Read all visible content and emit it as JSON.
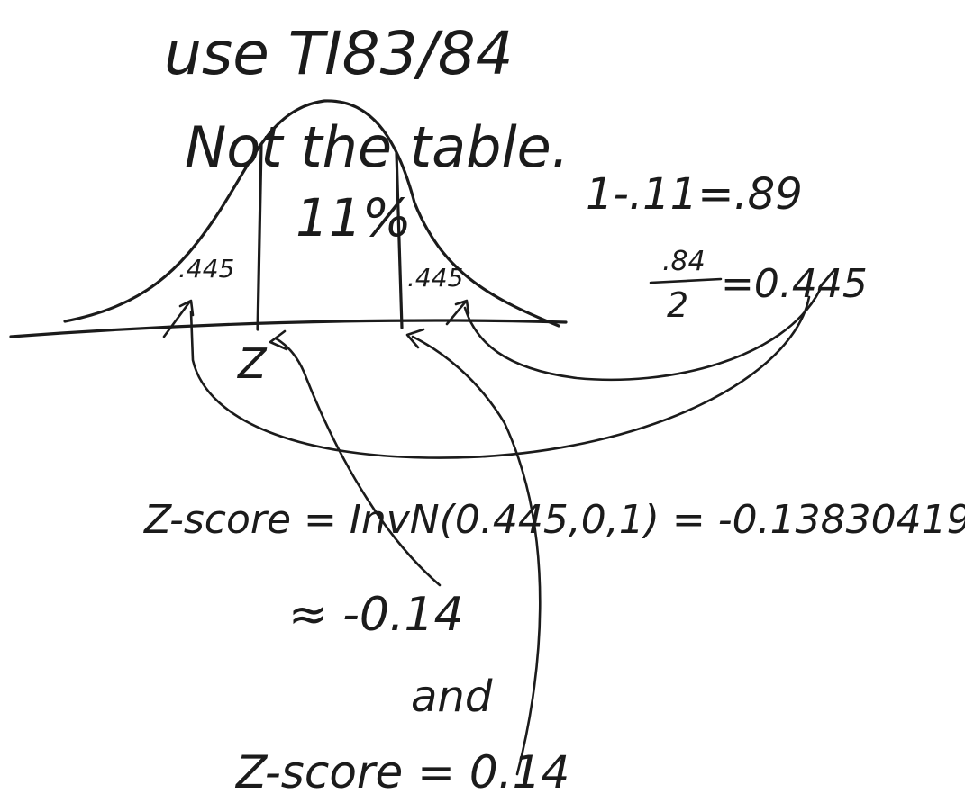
{
  "notes": {
    "header_line1": "use TI83/84",
    "header_line2": "Not the table.",
    "calc_complement": "1-.11=.89",
    "half_numerator": ".84",
    "half_denominator": "2",
    "half_result": "=0.445",
    "z_score_line": "Z-score = InvN(0.445,0,1) = -0.13830419",
    "approx_line": "≈ -0.14",
    "and_word": "and",
    "z_score_final": "Z-score = 0.14"
  },
  "curve_labels": {
    "center_percent": "11%",
    "left_tail": ".445",
    "right_tail": ".445",
    "z_mark": "Z"
  },
  "colors": {
    "ink": "#1b1b1b",
    "paper": "#ffffff"
  }
}
